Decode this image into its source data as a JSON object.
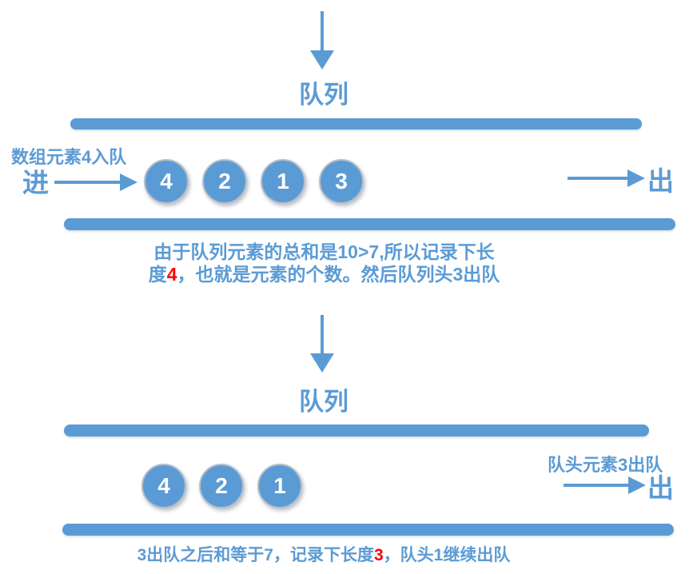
{
  "colors": {
    "accent_blue": "#5b9bd5",
    "highlight_red": "#ff0000",
    "circle_text": "#ffffff"
  },
  "top_section": {
    "title": "队列",
    "enqueue_label": "数组元素4入队",
    "in_label": "进",
    "out_label": "出",
    "queue_items": [
      "4",
      "2",
      "1",
      "3"
    ],
    "caption_line1": "由于队列元素的总和是10>7,所以记录下长",
    "caption_line2_pre": "度",
    "caption_line2_red": "4",
    "caption_line2_post": "，也就是元素的个数。然后队列头3出队"
  },
  "bottom_section": {
    "title": "队列",
    "dequeue_label": "队头元素3出队",
    "out_label": "出",
    "queue_items": [
      "4",
      "2",
      "1"
    ],
    "caption_pre": "3出队之后和等于7，记录下长度",
    "caption_red": "3",
    "caption_post": "，队头1继续出队"
  }
}
